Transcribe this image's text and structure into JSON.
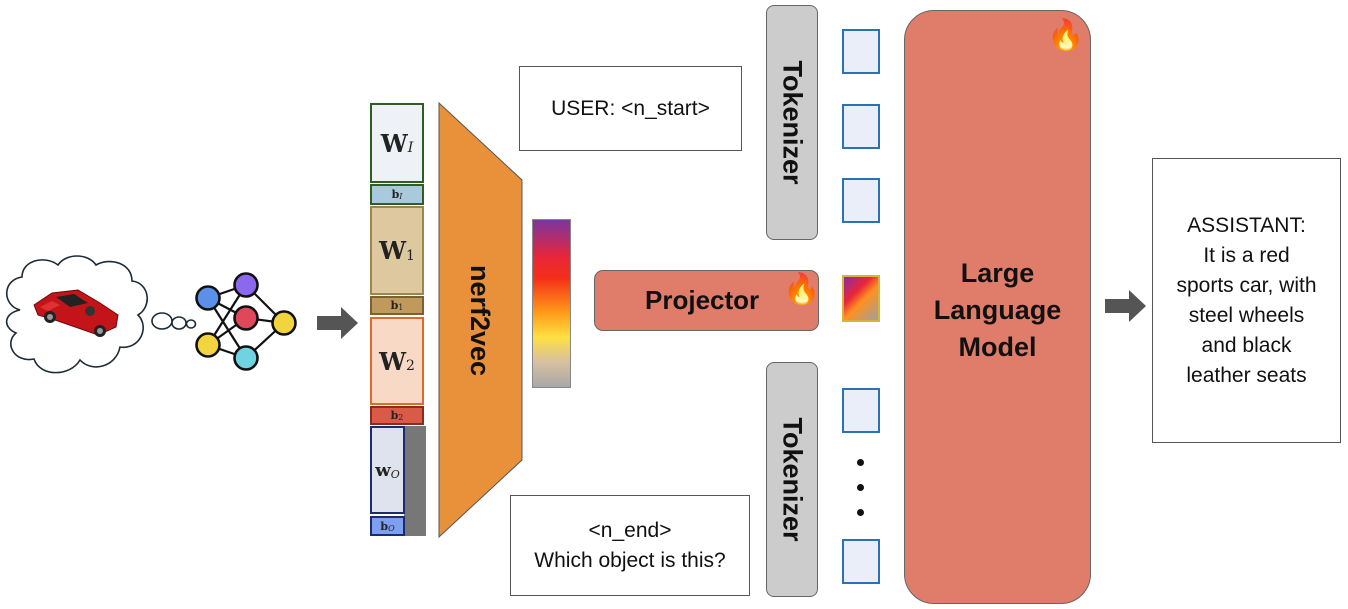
{
  "user_prompt": "USER: <n_start>",
  "end_prompt_line1": "<n_end>",
  "end_prompt_line2": "Which object is this?",
  "tokenizer_label": "Tokenizer",
  "encoder_label": "nerf2vec",
  "projector_label": "Projector",
  "llm_label_lines": [
    "Large",
    "Language",
    "Model"
  ],
  "assistant_lines": [
    "ASSISTANT:",
    "It is a red",
    "sports car, with",
    "steel wheels",
    "and black",
    "leather seats"
  ],
  "weights": {
    "w_input": "W",
    "w_input_sub": "I",
    "b_input": "b",
    "b_input_sub": "I",
    "w_1": "W",
    "w_1_sub": "1",
    "b_1": "b",
    "b_1_sub": "1",
    "w_2": "W",
    "w_2_sub": "2",
    "b_2": "b",
    "b_2_sub": "2",
    "w_out": "w",
    "w_out_sub": "O",
    "b_out": "b",
    "b_out_sub": "O"
  },
  "colors": {
    "encoder": "#e8913a",
    "projector": "#df7d6a",
    "llm": "#df7d6a",
    "token_border": "#2a72b8",
    "token_fill": "#e9eef8",
    "tokenizer": "#cccccc"
  },
  "icons": [
    "thought-cloud-icon",
    "red-car-icon",
    "neural-network-icon",
    "arrow-right-icon",
    "fire-icon"
  ]
}
